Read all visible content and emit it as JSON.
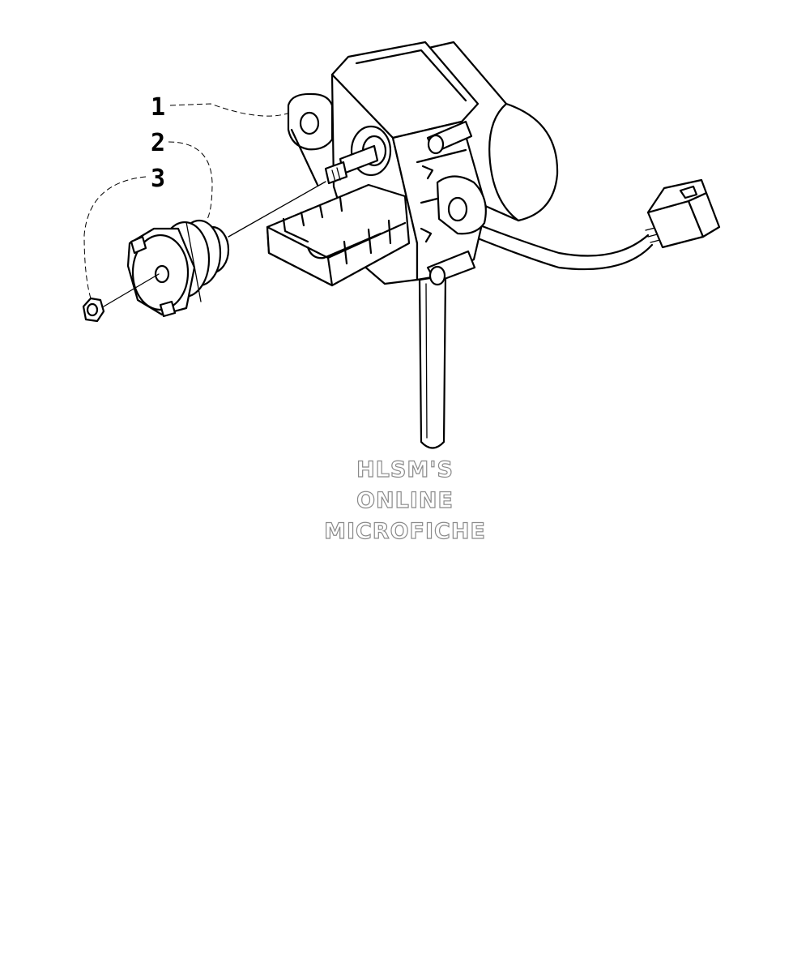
{
  "callouts": [
    {
      "label": "1"
    },
    {
      "label": "2"
    },
    {
      "label": "3"
    }
  ],
  "watermark": {
    "line1": "HLSM'S",
    "line2": "ONLINE",
    "line3": "MICROFICHE"
  },
  "colors": {
    "line": "#000000",
    "watermark_outline": "#8a8a8a",
    "background": "#ffffff"
  }
}
